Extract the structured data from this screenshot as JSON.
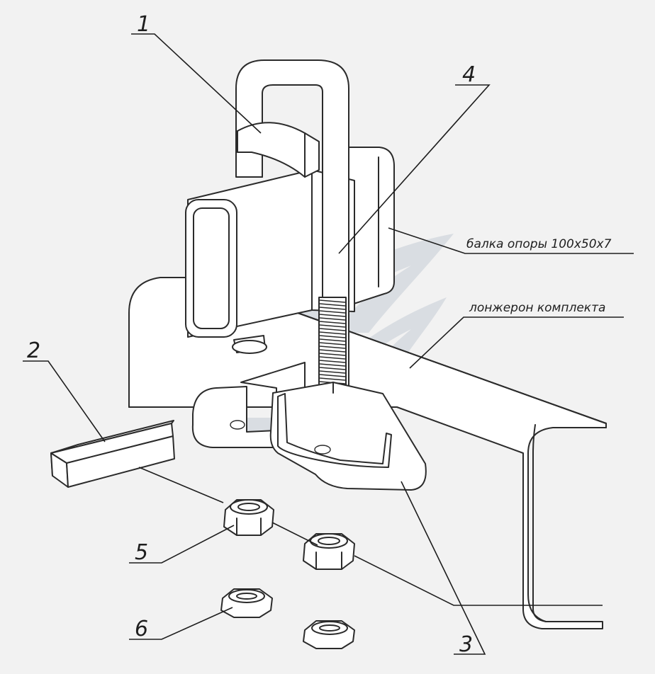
{
  "callouts": {
    "c1": "1",
    "c2": "2",
    "c3": "3",
    "c4": "4",
    "c5": "5",
    "c6": "6"
  },
  "notes": {
    "beam": "балка опоры 100х50х7",
    "spar": "лонжерон комплекта"
  },
  "colors": {
    "background": "#f2f2f2",
    "stroke": "#2b2b2b",
    "fill": "#ffffff",
    "watermark": "#d9dde2"
  }
}
